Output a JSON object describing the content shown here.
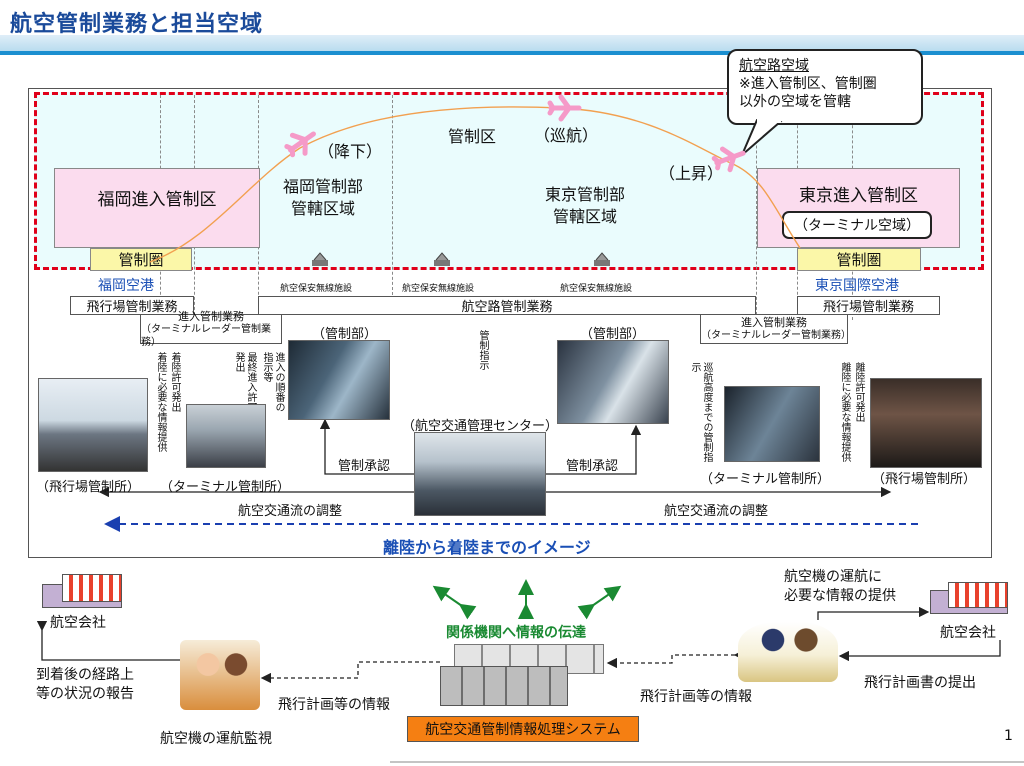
{
  "title": "航空管制業務と担当空域",
  "page_number": "1",
  "callout": {
    "heading": "航空路空域",
    "line1": "※進入管制区、管制圏",
    "line2": "以外の空域を管轄"
  },
  "airspace": {
    "control_area": "管制区",
    "descent": "（降下）",
    "cruise": "（巡航）",
    "climb": "（上昇）",
    "fukuoka_approach": "福岡進入管制区",
    "tokyo_approach": "東京進入管制区",
    "terminal_airspace": "（ターミナル空域）",
    "fukuoka_acc_line1": "福岡管制部",
    "fukuoka_acc_line2": "管轄区域",
    "tokyo_acc_line1": "東京管制部",
    "tokyo_acc_line2": "管轄区域",
    "control_zone_left": "管制圏",
    "control_zone_right": "管制圏"
  },
  "ground": {
    "fukuoka_airport": "福岡空港",
    "tokyo_airport": "東京国際空港",
    "radio_facility_1": "航空保安無線施設",
    "radio_facility_2": "航空保安無線施設",
    "radio_facility_3": "航空保安無線施設",
    "aerodrome_control_left": "飛行場管制業務",
    "aerodrome_control_right": "飛行場管制業務",
    "enroute_control": "航空路管制業務",
    "approach_control_left_line1": "進入管制業務",
    "approach_control_left_line2": "（ターミナルレーダー管制業務）",
    "approach_control_right_line1": "進入管制業務",
    "approach_control_right_line2": "（ターミナルレーダー管制業務）",
    "acc_left": "（管制部）",
    "acc_right": "（管制部）",
    "atmc": "（航空交通管理センター）",
    "tower_left": "（飛行場管制所）",
    "terminal_left": "（ターミナル管制所）",
    "terminal_right": "（ターミナル管制所）",
    "tower_right": "（飛行場管制所）",
    "approval_left": "管制承認",
    "approval_right": "管制承認",
    "flow_left": "航空交通流の調整",
    "flow_right": "航空交通流の調整",
    "image_caption": "離陸から着陸までのイメージ",
    "v_landing_clearance": "着陸許可発出",
    "v_landing_info": "着陸に必要な情報提供",
    "v_final_approach": "最終進入許可発出",
    "v_approach_order": "進入の順番の指示等",
    "v_control_instruction": "管制指示",
    "v_cruise_altitude": "巡航高度までの管制指示",
    "v_takeoff_clearance": "離陸許可発出",
    "v_takeoff_info": "離陸に必要な情報提供"
  },
  "bottom": {
    "airline_left": "航空会社",
    "airline_right": "航空会社",
    "arrival_report_line1": "到着後の経路上",
    "arrival_report_line2": "等の状況の報告",
    "flight_monitoring": "航空機の運航監視",
    "flight_plan_info_left": "飛行計画等の情報",
    "flight_plan_info_right": "飛行計画等の情報",
    "info_transfer": "関係機関へ情報の伝達",
    "system": "航空交通管制情報処理システム",
    "ops_info_line1": "航空機の運航に",
    "ops_info_line2": "必要な情報の提供",
    "flight_plan_submit": "飛行計画書の提出"
  },
  "colors": {
    "title_blue": "#1a4a9a",
    "airspace_border": "#e0001a",
    "airspace_fill": "#eafcfd",
    "approach_fill": "#fbdcee",
    "control_zone_fill": "#fbf7a8",
    "caption_blue": "#1a4fb5",
    "info_green": "#1a8a32",
    "system_orange": "#f57f12",
    "airplane_pink": "#f59ac8"
  },
  "icons": [
    "airplane-icon",
    "radio-antenna-icon",
    "building-icon",
    "server-icon",
    "operators-icon",
    "photo-icon"
  ]
}
